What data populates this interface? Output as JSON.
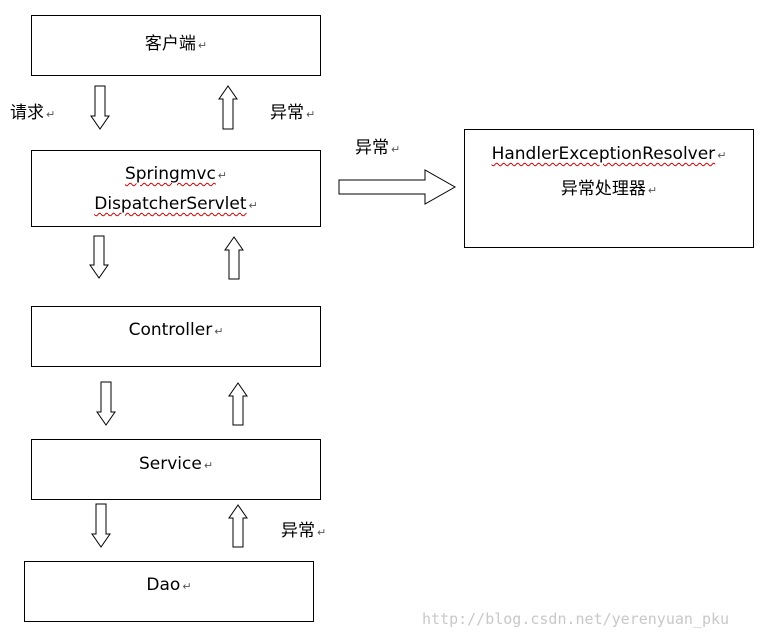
{
  "boxes": {
    "client": {
      "line1": "客户端"
    },
    "dispatcher": {
      "line1": "Springmvc",
      "line2": "DispatcherServlet"
    },
    "controller": {
      "line1": "Controller"
    },
    "service": {
      "line1": "Service"
    },
    "dao": {
      "line1": "Dao"
    },
    "resolver": {
      "line1": "HandlerExceptionResolver",
      "line2": "异常处理器"
    }
  },
  "labels": {
    "request": "请求",
    "exception_top": "异常",
    "exception_side": "异常",
    "exception_bottom": "异常"
  },
  "return_mark": "↵",
  "watermark": "http://blog.csdn.net/yerenyuan_pku"
}
